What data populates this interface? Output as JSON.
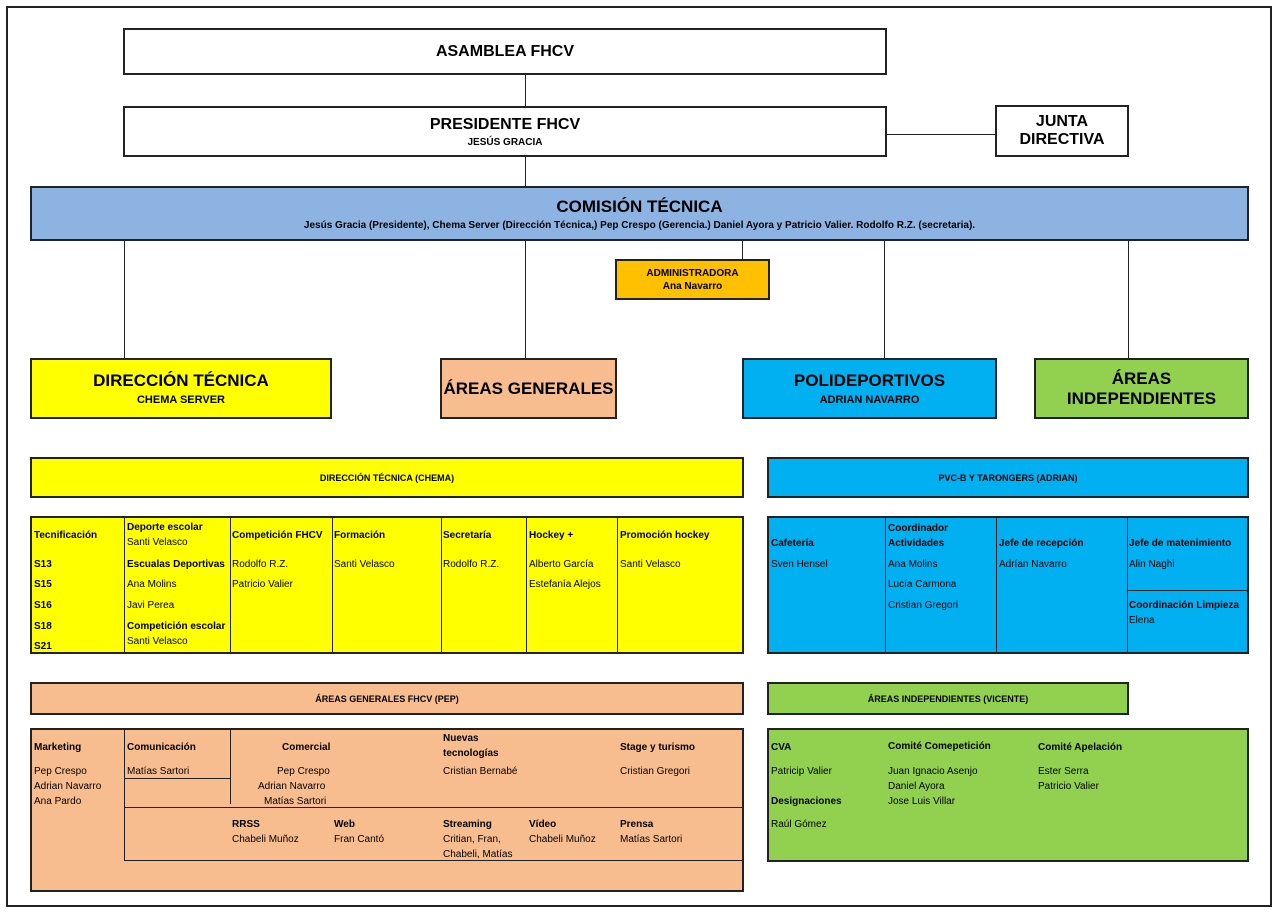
{
  "asamblea": "ASAMBLEA FHCV",
  "presidente": {
    "title": "PRESIDENTE FHCV",
    "name": "JESÚS GRACIA"
  },
  "junta": {
    "line1": "JUNTA",
    "line2": "DIRECTIVA"
  },
  "comision": {
    "title": "COMISIÓN TÉCNICA",
    "members": "Jesús Gracia (Presidente), Chema Server (Dirección Técnica,) Pep Crespo (Gerencia.) Daniel Ayora y Patricio Valier. Rodolfo R.Z. (secretaria)."
  },
  "administradora": {
    "title": "ADMINISTRADORA",
    "name": "Ana Navarro"
  },
  "direccion_tecnica": {
    "title": "DIRECCIÓN TÉCNICA",
    "name": "CHEMA SERVER"
  },
  "areas_generales": {
    "title": "ÁREAS GENERALES"
  },
  "polideportivos": {
    "title": "POLIDEPORTIVOS",
    "name": "ADRIAN NAVARRO"
  },
  "areas_independientes": {
    "title": "ÁREAS INDEPENDIENTES"
  },
  "dt_section": {
    "header": "DIRECCIÓN TÉCNICA (CHEMA)",
    "tecnificacion": {
      "title": "Tecnificación",
      "items": [
        "S13",
        "S15",
        "S16",
        "S18",
        "S21"
      ]
    },
    "deporte_escolar": {
      "title": "Deporte escolar",
      "name": "Santi Velasco"
    },
    "escualas": {
      "title": "Escualas Deportivas",
      "names": [
        "Ana Molins",
        "Javi Perea"
      ]
    },
    "competicion_escolar": {
      "title": "Competición escolar",
      "name": "Santi Velasco"
    },
    "competicion_fhcv": {
      "title": "Competición FHCV",
      "names": [
        "Rodolfo R.Z.",
        "Patricio Valier"
      ]
    },
    "formacion": {
      "title": "Formación",
      "name": "Santi Velasco"
    },
    "secretaria": {
      "title": "Secretaría",
      "name": "Rodolfo R.Z."
    },
    "hockey": {
      "title": "Hockey +",
      "names": [
        "Alberto García",
        "Estefanía Alejos"
      ]
    },
    "promocion": {
      "title": "Promoción hockey",
      "name": "Santi Velasco"
    }
  },
  "pvc_section": {
    "header": "PVC-B Y TARONGERS (ADRIAN)",
    "cafeteria": {
      "title": "Cafetería",
      "name": "Sven Hensel"
    },
    "coordinador": {
      "title1": "Coordinador",
      "title2": "Actividades",
      "names": [
        "Ana Molins",
        "Lucía Carmona",
        "Cristian Gregori"
      ]
    },
    "recepcion": {
      "title": "Jefe de recepción",
      "name": "Adrían Navarro"
    },
    "mantenimiento": {
      "title": "Jefe de matenimiento",
      "name": "Alin Naghi"
    },
    "limpieza": {
      "title": "Coordinación Limpieza",
      "name": "Elena"
    }
  },
  "ag_section": {
    "header": "ÁREAS GENERALES FHCV (PEP)",
    "marketing": {
      "title": "Marketing",
      "names": [
        "Pep Crespo",
        "Adrian Navarro",
        "Ana Pardo"
      ]
    },
    "comunicacion": {
      "title": "Comunicación",
      "name": "Matías Sartori"
    },
    "comercial": {
      "title": "Comercial",
      "names": [
        "Pep Crespo",
        "Adrian Navarro",
        "Matías Sartori"
      ]
    },
    "nuevas": {
      "title1": "Nuevas",
      "title2": "tecnologías",
      "name": "Cristian Bernabé"
    },
    "stage": {
      "title": "Stage y turismo",
      "name": "Cristian Gregori"
    },
    "rrss": {
      "title": "RRSS",
      "name": "Chabeli Muñoz"
    },
    "web": {
      "title": "Web",
      "name": "Fran Cantó"
    },
    "streaming": {
      "title": "Streaming",
      "names": [
        "Critian, Fran,",
        "Chabeli, Matías"
      ]
    },
    "video": {
      "title": "Vídeo",
      "name": "Chabeli Muñoz"
    },
    "prensa": {
      "title": "Prensa",
      "name": "Matías Sartori"
    }
  },
  "ai_section": {
    "header": "ÁREAS INDEPENDIENTES (VICENTE)",
    "cva": {
      "title": "CVA",
      "name": "Patricip Valier"
    },
    "designaciones": {
      "title": "Designaciones",
      "name": "Raúl Gómez"
    },
    "comite_competicion": {
      "title": "Comité Comepetición",
      "names": [
        "Juan Ignacio Asenjo",
        "Daniel Ayora",
        "Jose Luis Villar"
      ]
    },
    "comite_apelacion": {
      "title": "Comité Apelación",
      "names": [
        "Ester Serra",
        "Patricio Valier"
      ]
    }
  },
  "colors": {
    "yellow": "#ffff00",
    "blue": "#8db3e2",
    "orange": "#ffc000",
    "salmon": "#f8bd8e",
    "cyan": "#00b0f0",
    "green": "#92d050"
  }
}
